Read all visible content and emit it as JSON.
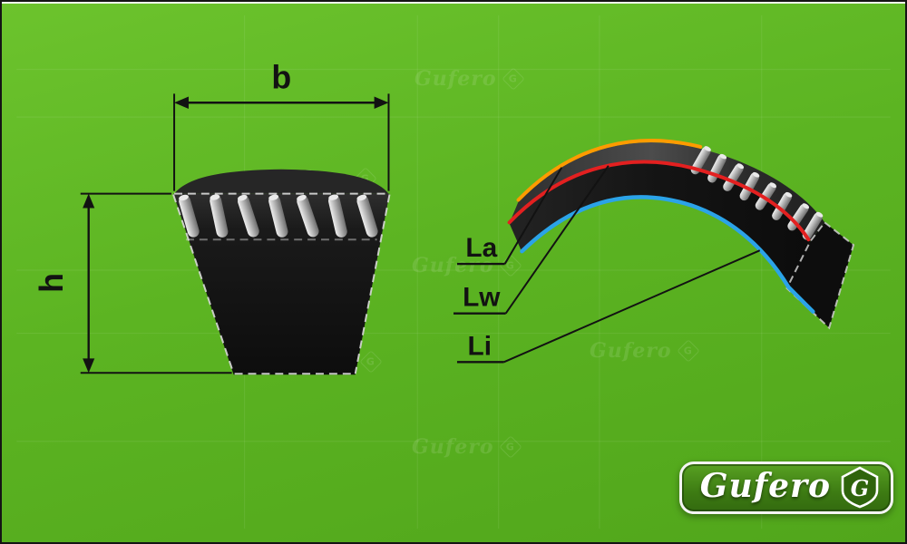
{
  "canvas": {
    "background_green": "#5cb422",
    "line_color": "#121212"
  },
  "watermark": {
    "text": "Gufero",
    "mark": "G"
  },
  "cross_section": {
    "width_label": "b",
    "height_label": "h"
  },
  "belt_3d": {
    "la_label": "La",
    "lw_label": "Lw",
    "li_label": "Li",
    "la_color": "#ff9b00",
    "lw_color": "#e32020",
    "li_color": "#2ba3e8"
  },
  "logo": {
    "brand": "Gufero",
    "monogram": "G"
  }
}
